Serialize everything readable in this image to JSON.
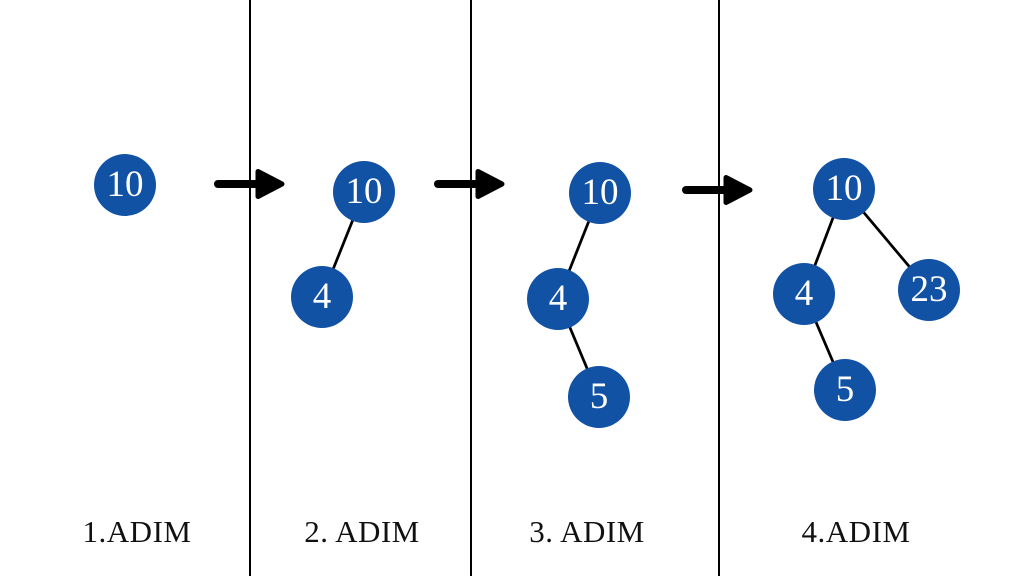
{
  "diagram": {
    "kind": "binary-search-tree-insertion-steps",
    "colors": {
      "background": "#ffffff",
      "node_fill": "#1252a5",
      "node_text": "#ffffff",
      "edge": "#000000",
      "divider": "#000000",
      "arrow": "#000000",
      "label_text": "#111111"
    },
    "panels": [
      {
        "label": "1.ADIM",
        "nodes": [
          {
            "value": "10"
          }
        ],
        "edges": []
      },
      {
        "label": "2. ADIM",
        "nodes": [
          {
            "value": "10"
          },
          {
            "value": "4"
          }
        ],
        "edges": [
          [
            "10",
            "4"
          ]
        ]
      },
      {
        "label": "3. ADIM",
        "nodes": [
          {
            "value": "10"
          },
          {
            "value": "4"
          },
          {
            "value": "5"
          }
        ],
        "edges": [
          [
            "10",
            "4"
          ],
          [
            "4",
            "5"
          ]
        ]
      },
      {
        "label": "4.ADIM",
        "nodes": [
          {
            "value": "10"
          },
          {
            "value": "4"
          },
          {
            "value": "23"
          },
          {
            "value": "5"
          }
        ],
        "edges": [
          [
            "10",
            "4"
          ],
          [
            "10",
            "23"
          ],
          [
            "4",
            "5"
          ]
        ]
      }
    ]
  }
}
